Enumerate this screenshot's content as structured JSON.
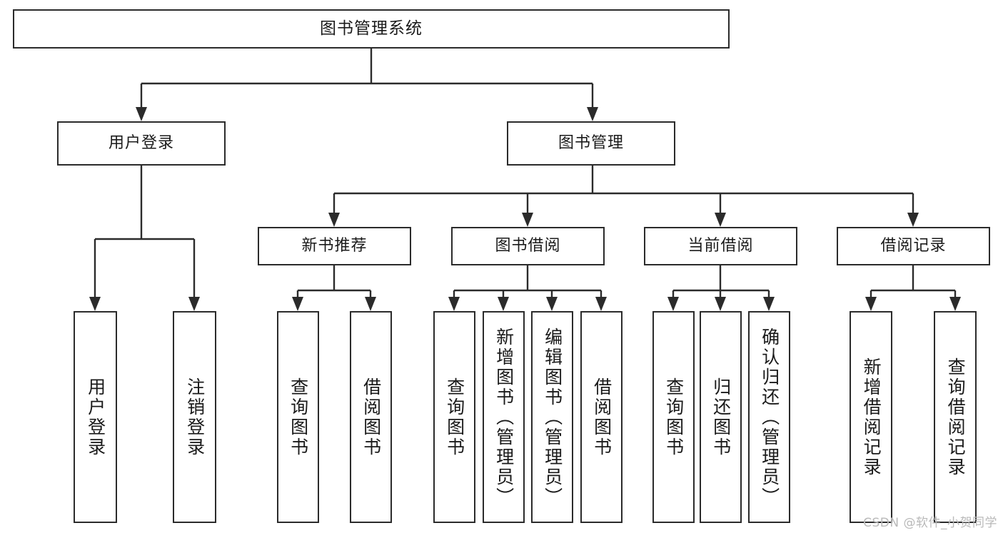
{
  "diagram": {
    "title": "图书管理系统",
    "type": "tree",
    "watermark": "CSDN @软件_小贺同学",
    "colors": {
      "box_border": "#2b2b2b",
      "box_fill": "#ffffff",
      "connector": "#2b2b2b",
      "text": "#1a1a1a",
      "watermark": "#b9b9b9",
      "background": "#ffffff"
    },
    "levels": {
      "root": {
        "label": "图书管理系统"
      },
      "branches": [
        {
          "label": "用户登录"
        },
        {
          "label": "图书管理"
        }
      ],
      "modules": [
        {
          "label": "新书推荐"
        },
        {
          "label": "图书借阅"
        },
        {
          "label": "当前借阅"
        },
        {
          "label": "借阅记录"
        }
      ],
      "leaves": [
        {
          "label": "用户登录",
          "parent": "用户登录"
        },
        {
          "label": "注销登录",
          "parent": "用户登录"
        },
        {
          "label": "查询图书",
          "parent": "新书推荐"
        },
        {
          "label": "借阅图书",
          "parent": "新书推荐"
        },
        {
          "label": "查询图书",
          "parent": "图书借阅"
        },
        {
          "label": "新增图书（管理员）",
          "parent": "图书借阅"
        },
        {
          "label": "编辑图书（管理员）",
          "parent": "图书借阅"
        },
        {
          "label": "借阅图书",
          "parent": "图书借阅"
        },
        {
          "label": "查询图书",
          "parent": "当前借阅"
        },
        {
          "label": "归还图书",
          "parent": "当前借阅"
        },
        {
          "label": "确认归还（管理员）",
          "parent": "当前借阅"
        },
        {
          "label": "新增借阅记录",
          "parent": "借阅记录"
        },
        {
          "label": "查询借阅记录",
          "parent": "借阅记录"
        }
      ]
    }
  }
}
